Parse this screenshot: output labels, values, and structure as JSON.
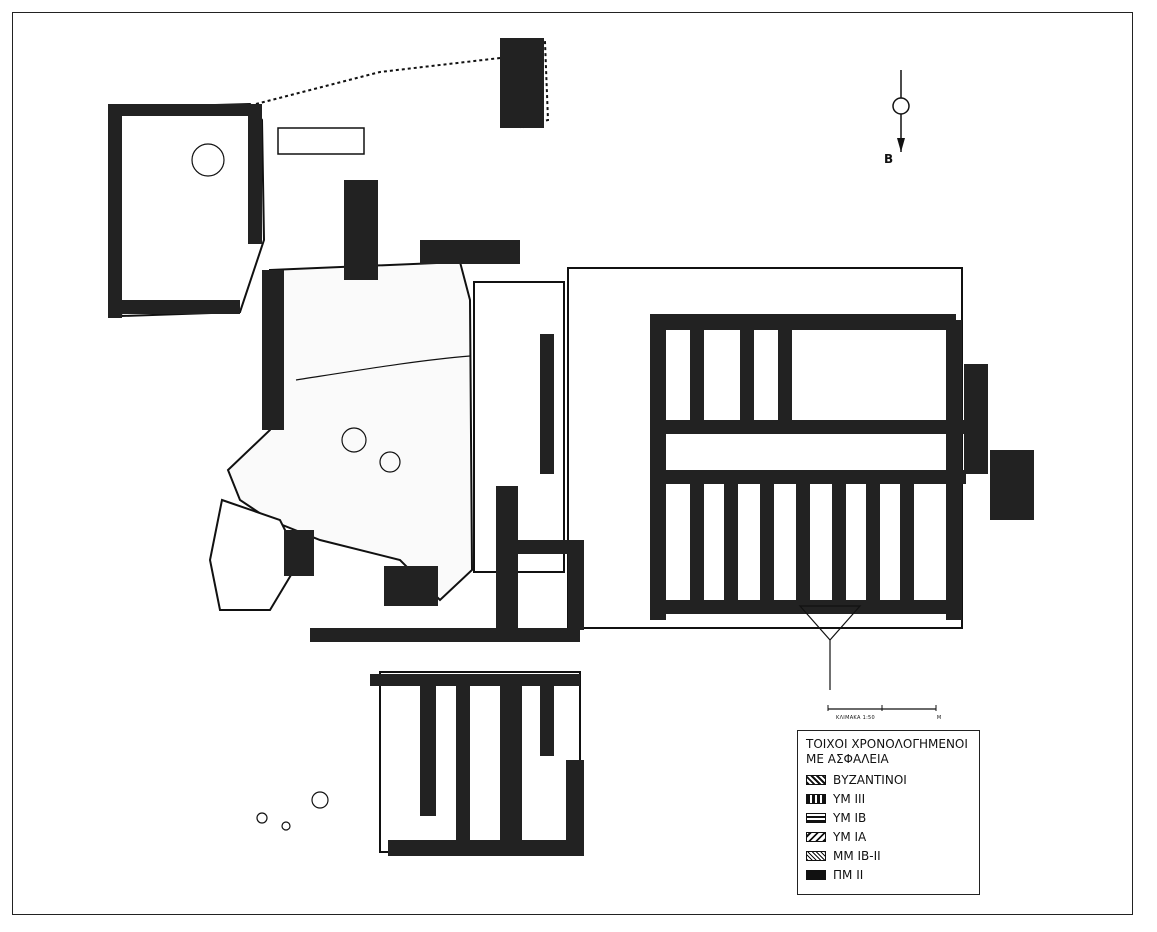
{
  "compass": {
    "label": "B"
  },
  "scale": {
    "label": "ΚΛΙΜΑΚΑ 1:50",
    "unit": "M"
  },
  "legend": {
    "title_line1": "ΤΟΙΧΟΙ ΧΡΟΝΟΛΟΓΗΜΕΝΟΙ",
    "title_line2": "ΜΕ ΑΣΦΑΛΕΙΑ",
    "items": [
      {
        "label": "ΒΥΖΑΝΤΙΝΟΙ"
      },
      {
        "label": "ΥΜ ΙΙΙ"
      },
      {
        "label": "ΥΜ ΙΒ"
      },
      {
        "label": "ΥΜ ΙΑ"
      },
      {
        "label": "ΜΜ ΙΒ-ΙΙ"
      },
      {
        "label": "ΠΜ ΙΙ"
      }
    ]
  }
}
